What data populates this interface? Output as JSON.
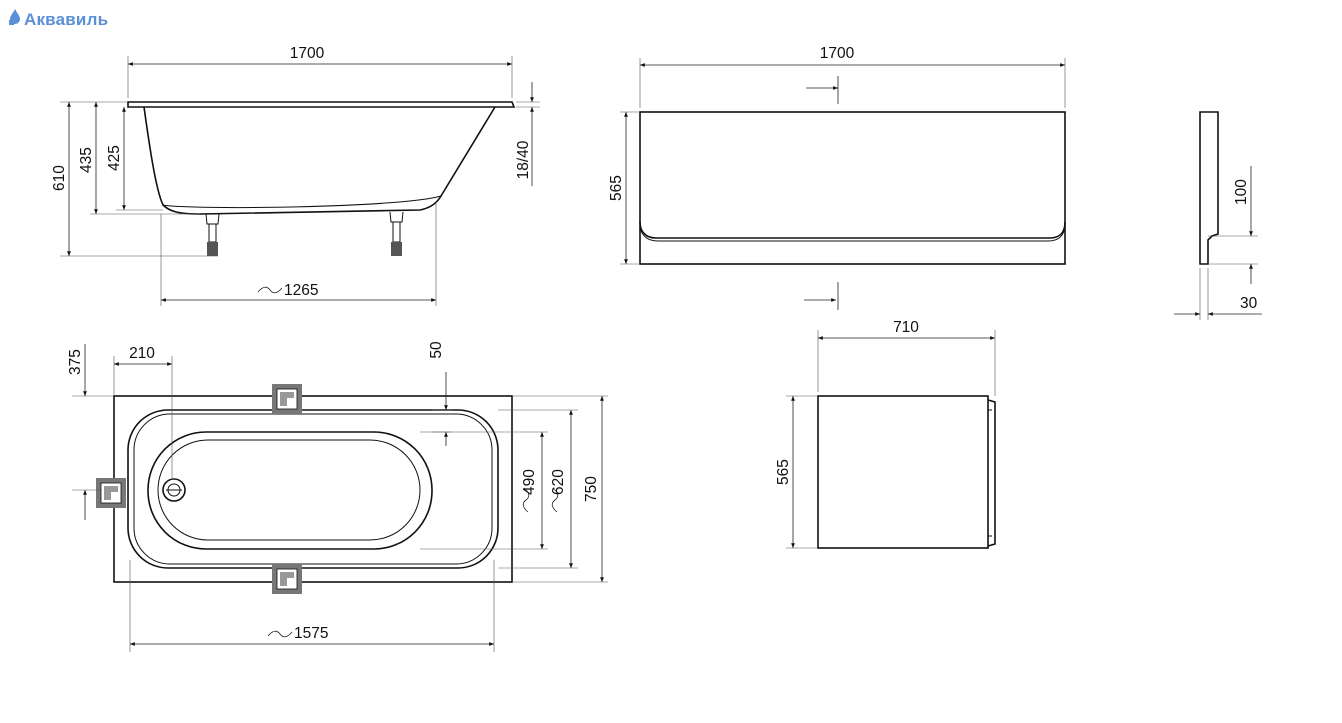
{
  "watermark": {
    "text": "Аквавиль",
    "color": "#5b8fd6",
    "icon": "drop-hand-icon"
  },
  "side_view": {
    "length": "1700",
    "total_height": "610",
    "outer_depth": "435",
    "inner_depth": "425",
    "rim": "18/40",
    "legs_span": "1265"
  },
  "front_panel": {
    "length": "1700",
    "height": "565",
    "profile_top": "100",
    "profile_depth": "30"
  },
  "end_panel": {
    "width": "710",
    "height": "565"
  },
  "top_view": {
    "drain_offset": "375",
    "bowl_offset": "210",
    "bowl_inset": "50",
    "inner_width": "490",
    "bowl_width": "620",
    "outer_width": "750",
    "bottom_length": "1575"
  },
  "colors": {
    "line": "#111111",
    "bracket": "#777777"
  }
}
